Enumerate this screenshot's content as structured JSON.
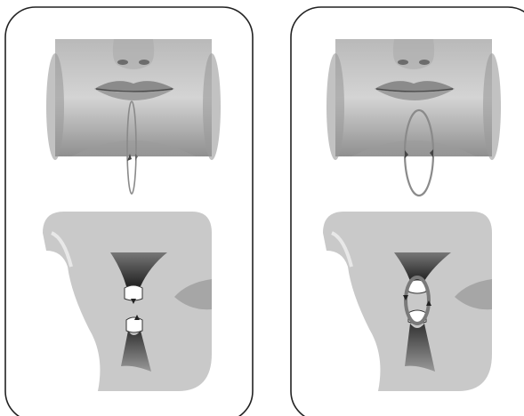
{
  "figure": {
    "panels": [
      {
        "id": "left",
        "photo": "face-photo-lips-closed",
        "loop_motion": "narrow-vertical-loop",
        "diagram": "sagittal-jaw-diagram-teeth-close-together"
      },
      {
        "id": "right",
        "photo": "face-photo-lips-closed",
        "loop_motion": "wide-vertical-loop",
        "diagram": "sagittal-jaw-diagram-teeth-apart-circular-path"
      }
    ],
    "colors": {
      "panel_border": "#222222",
      "loop_stroke": "#8a8a8a",
      "diagram_fill": "#c9c9c9",
      "diagram_dark": "#555555"
    }
  }
}
